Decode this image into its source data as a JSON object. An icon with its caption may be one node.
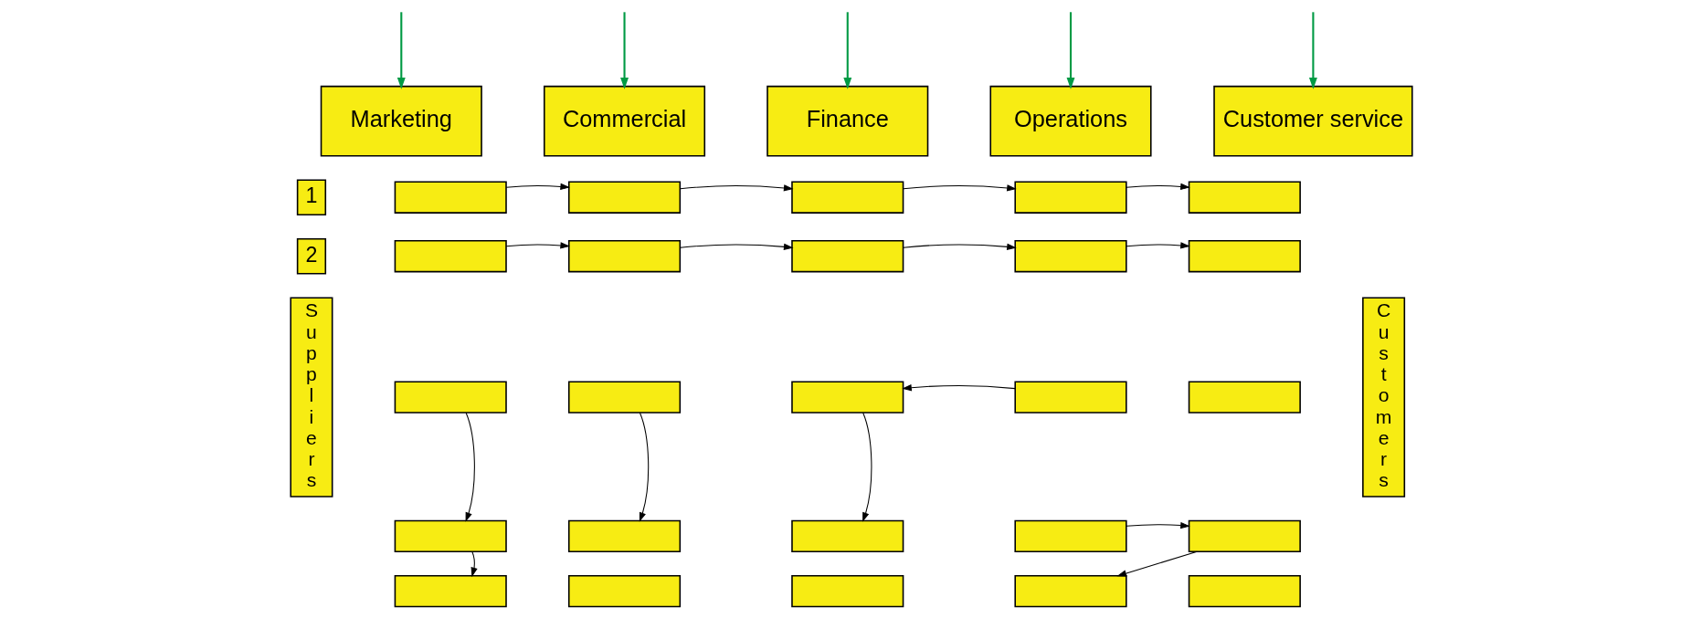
{
  "diagram": {
    "nodes": [
      {
        "text": [
          "Suppliers"
        ]
      },
      {
        "text": [
          "Marketing"
        ]
      },
      {
        "text": [
          "Commercial"
        ]
      },
      {
        "text": [
          "Finance"
        ]
      },
      {
        "text": [
          "Operations"
        ]
      },
      {
        "text": [
          "Customer service"
        ]
      },
      {
        "text": [
          "Customers"
        ]
      },
      {
        "text": [
          "1"
        ]
      },
      {
        "text": [
          "2"
        ]
      },
      {
        "text": [],
        "shape": "box"
      },
      {
        "text": [],
        "shape": "box"
      },
      {
        "text": [],
        "shape": "box"
      },
      {
        "text": [],
        "shape": "box"
      },
      {
        "text": [],
        "shape": "box"
      },
      {
        "text": [],
        "shape": "box"
      },
      {
        "text": [],
        "shape": "box"
      },
      {
        "text": [],
        "shape": "box"
      },
      {
        "text": [],
        "shape": "box"
      },
      {
        "text": [],
        "shape": "box"
      },
      {
        "text": [],
        "shape": "box"
      },
      {
        "text": [],
        "shape": "box"
      },
      {
        "text": [],
        "shape": "box"
      },
      {
        "text": [],
        "shape": "box"
      },
      {
        "text": [],
        "shape": "box"
      },
      {
        "text": [],
        "shape": "box"
      },
      {
        "text": [],
        "shape": "box"
      },
      {
        "text": [],
        "shape": "box"
      },
      {
        "text": [],
        "shape": "box"
      },
      {
        "text": [],
        "shape": "box"
      },
      {
        "text": [],
        "shape": "box"
      },
      {
        "text": [],
        "shape": "box"
      },
      {
        "text": [],
        "shape": "box"
      },
      {
        "text": [],
        "shape": "box"
      },
      {
        "text": [],
        "shape": "box"
      }
    ],
    "edges": [
      {
        "from": null,
        "to": 1,
        "arrow": "to",
        "color": "#009a44"
      },
      {
        "from": null,
        "to": 2,
        "arrow": "to",
        "color": "#009a44"
      },
      {
        "from": null,
        "to": 3,
        "arrow": "to",
        "color": "#009a44"
      },
      {
        "from": null,
        "to": 4,
        "arrow": "to",
        "color": "#009a44"
      },
      {
        "from": null,
        "to": 5,
        "arrow": "to",
        "color": "#009a44"
      },
      {
        "from": 9,
        "to": 10,
        "arrow": "to"
      },
      {
        "from": 10,
        "to": 11,
        "arrow": "to"
      },
      {
        "from": 11,
        "to": 12,
        "arrow": "to"
      },
      {
        "from": 12,
        "to": 13,
        "arrow": "to"
      },
      {
        "from": 14,
        "to": 15,
        "arrow": "to"
      },
      {
        "from": 15,
        "to": 16,
        "arrow": "to"
      },
      {
        "from": 16,
        "to": 17,
        "arrow": "to"
      },
      {
        "from": 17,
        "to": 18,
        "arrow": "to"
      },
      {
        "from": 19,
        "to": 24,
        "arrow": "to"
      },
      {
        "from": 24,
        "to": 29,
        "arrow": "to"
      },
      {
        "from": 20,
        "to": 25,
        "arrow": "to"
      },
      {
        "from": 22,
        "to": 21,
        "arrow": "to"
      },
      {
        "from": 21,
        "to": 26,
        "arrow": "to"
      },
      {
        "from": 27,
        "to": 28,
        "arrow": "to"
      },
      {
        "from": 28,
        "to": 32,
        "arrow": "to"
      }
    ]
  }
}
